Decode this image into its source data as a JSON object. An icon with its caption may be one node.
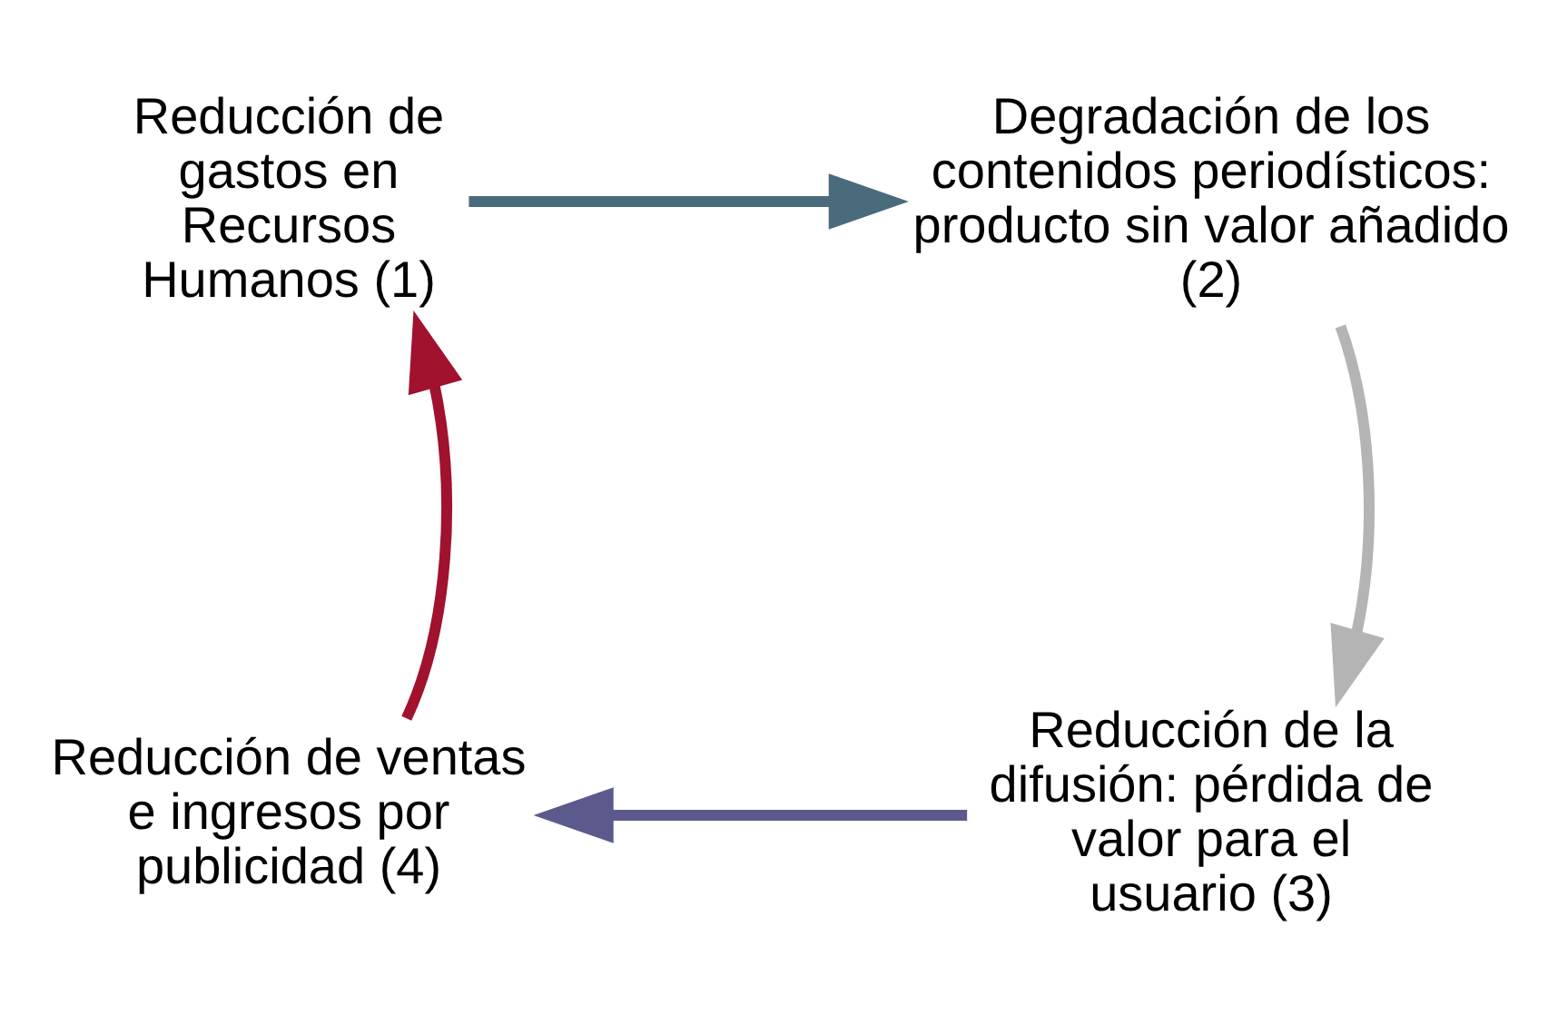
{
  "diagram": {
    "nodes": [
      {
        "text": [
          "Reducción de gastos en Recursos Humanos (1)"
        ]
      },
      {
        "text": [
          "Degradación de los contenidos periodísticos: producto sin valor añadido (2)"
        ]
      },
      {
        "text": [
          "Reducción de la difusión: pérdida de valor para el usuario (3)"
        ]
      },
      {
        "text": [
          "Reducción de ventas e ingresos por publicidad (4)"
        ]
      }
    ],
    "edges": [
      {
        "from": 0,
        "to": 1,
        "arrow": "to",
        "color": "#4a6b7c"
      },
      {
        "from": 1,
        "to": 2,
        "arrow": "to",
        "color": "#b4b4b4"
      },
      {
        "from": 2,
        "to": 3,
        "arrow": "to",
        "color": "#5c5a8c"
      },
      {
        "from": 3,
        "to": 0,
        "arrow": "to",
        "color": "#a0122e"
      }
    ]
  }
}
